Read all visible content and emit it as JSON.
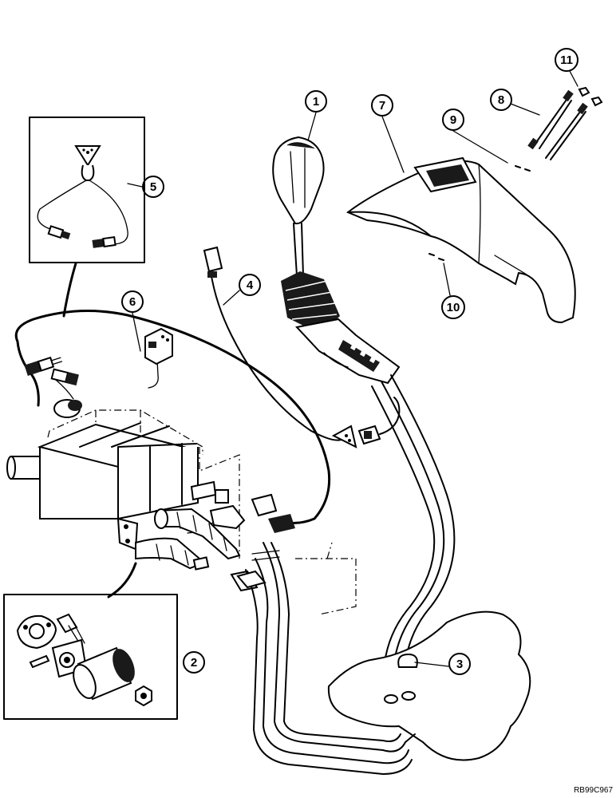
{
  "callouts": [
    {
      "id": "1",
      "label": "1"
    },
    {
      "id": "2",
      "label": "2"
    },
    {
      "id": "3",
      "label": "3"
    },
    {
      "id": "4",
      "label": "4"
    },
    {
      "id": "5",
      "label": "5"
    },
    {
      "id": "6",
      "label": "6"
    },
    {
      "id": "7",
      "label": "7"
    },
    {
      "id": "8",
      "label": "8"
    },
    {
      "id": "9",
      "label": "9"
    },
    {
      "id": "10",
      "label": "10"
    },
    {
      "id": "11",
      "label": "11"
    }
  ],
  "reference_code": "RB99C967"
}
